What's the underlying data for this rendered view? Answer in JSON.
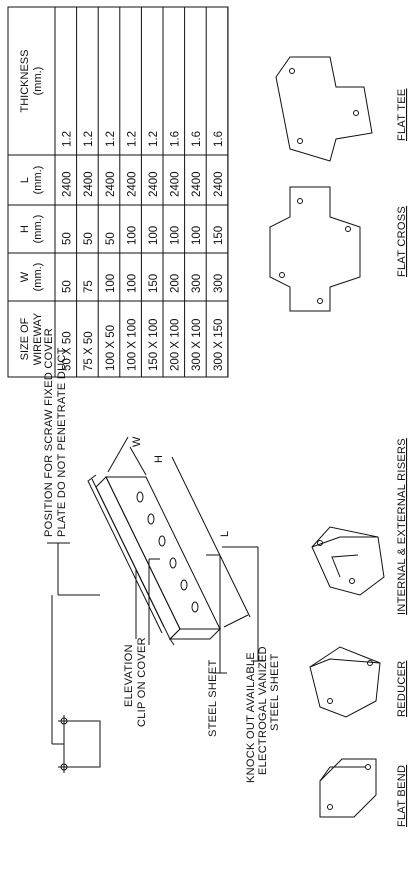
{
  "callouts": {
    "screw_line1": "POSITION FOR SCRAW FIXED COVER",
    "screw_line2": "PLATE DO NOT PENETRATE DUCT",
    "elevation": "ELEVATION",
    "clip_on_cover": "CLIP ON COVER",
    "steel_sheet": "STEEL SHEET",
    "knockout_line1": "KNOCK OUT AVAILABLE",
    "knockout_line2": "ELECTROGAL VANIZED",
    "knockout_line3": "STEEL SHEET",
    "dim_w": "W",
    "dim_h": "H",
    "dim_l": "L"
  },
  "fittings": {
    "flat_bend": "FLAT BEND",
    "reducer": "REDUCER",
    "risers": "INTERNAL & EXTERNAL RISERS",
    "flat_cross": "FLAT CROSS",
    "flat_tee": "FLAT TEE"
  },
  "table": {
    "headers": [
      [
        "SIZE OF",
        "WIREWAY"
      ],
      [
        "W",
        "(mm.)"
      ],
      [
        "H",
        "(mm.)"
      ],
      [
        "L",
        "(mm.)"
      ],
      [
        "THICKNESS",
        "(mm.)"
      ]
    ],
    "rows": [
      [
        "50 X 50",
        "50",
        "50",
        "2400",
        "1.2"
      ],
      [
        "75 X 50",
        "75",
        "50",
        "2400",
        "1.2"
      ],
      [
        "100 X 50",
        "100",
        "50",
        "2400",
        "1.2"
      ],
      [
        "100 X 100",
        "100",
        "100",
        "2400",
        "1.2"
      ],
      [
        "150 X 100",
        "150",
        "100",
        "2400",
        "1.2"
      ],
      [
        "200 X 100",
        "200",
        "100",
        "2400",
        "1.6"
      ],
      [
        "300 X 100",
        "300",
        "100",
        "2400",
        "1.6"
      ],
      [
        "300 X 150",
        "300",
        "150",
        "2400",
        "1.6"
      ]
    ]
  }
}
